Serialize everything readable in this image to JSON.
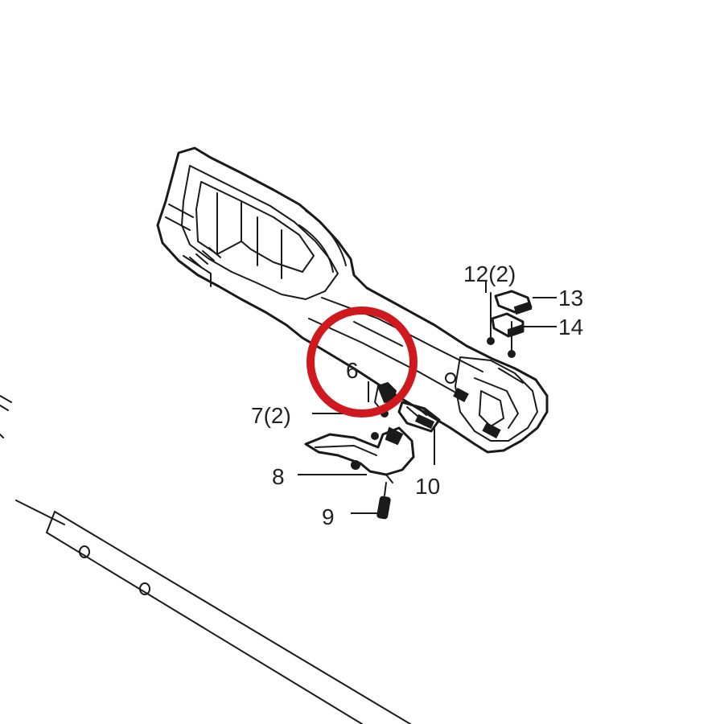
{
  "diagram": {
    "callouts": [
      {
        "id": "6",
        "label": "6"
      },
      {
        "id": "7",
        "label": "7(2)"
      },
      {
        "id": "8",
        "label": "8"
      },
      {
        "id": "9",
        "label": "9"
      },
      {
        "id": "10",
        "label": "10"
      },
      {
        "id": "12",
        "label": "12(2)"
      },
      {
        "id": "13",
        "label": "13"
      },
      {
        "id": "14",
        "label": "14"
      }
    ],
    "highlight": {
      "target": "6",
      "color": "#d0181f"
    }
  }
}
